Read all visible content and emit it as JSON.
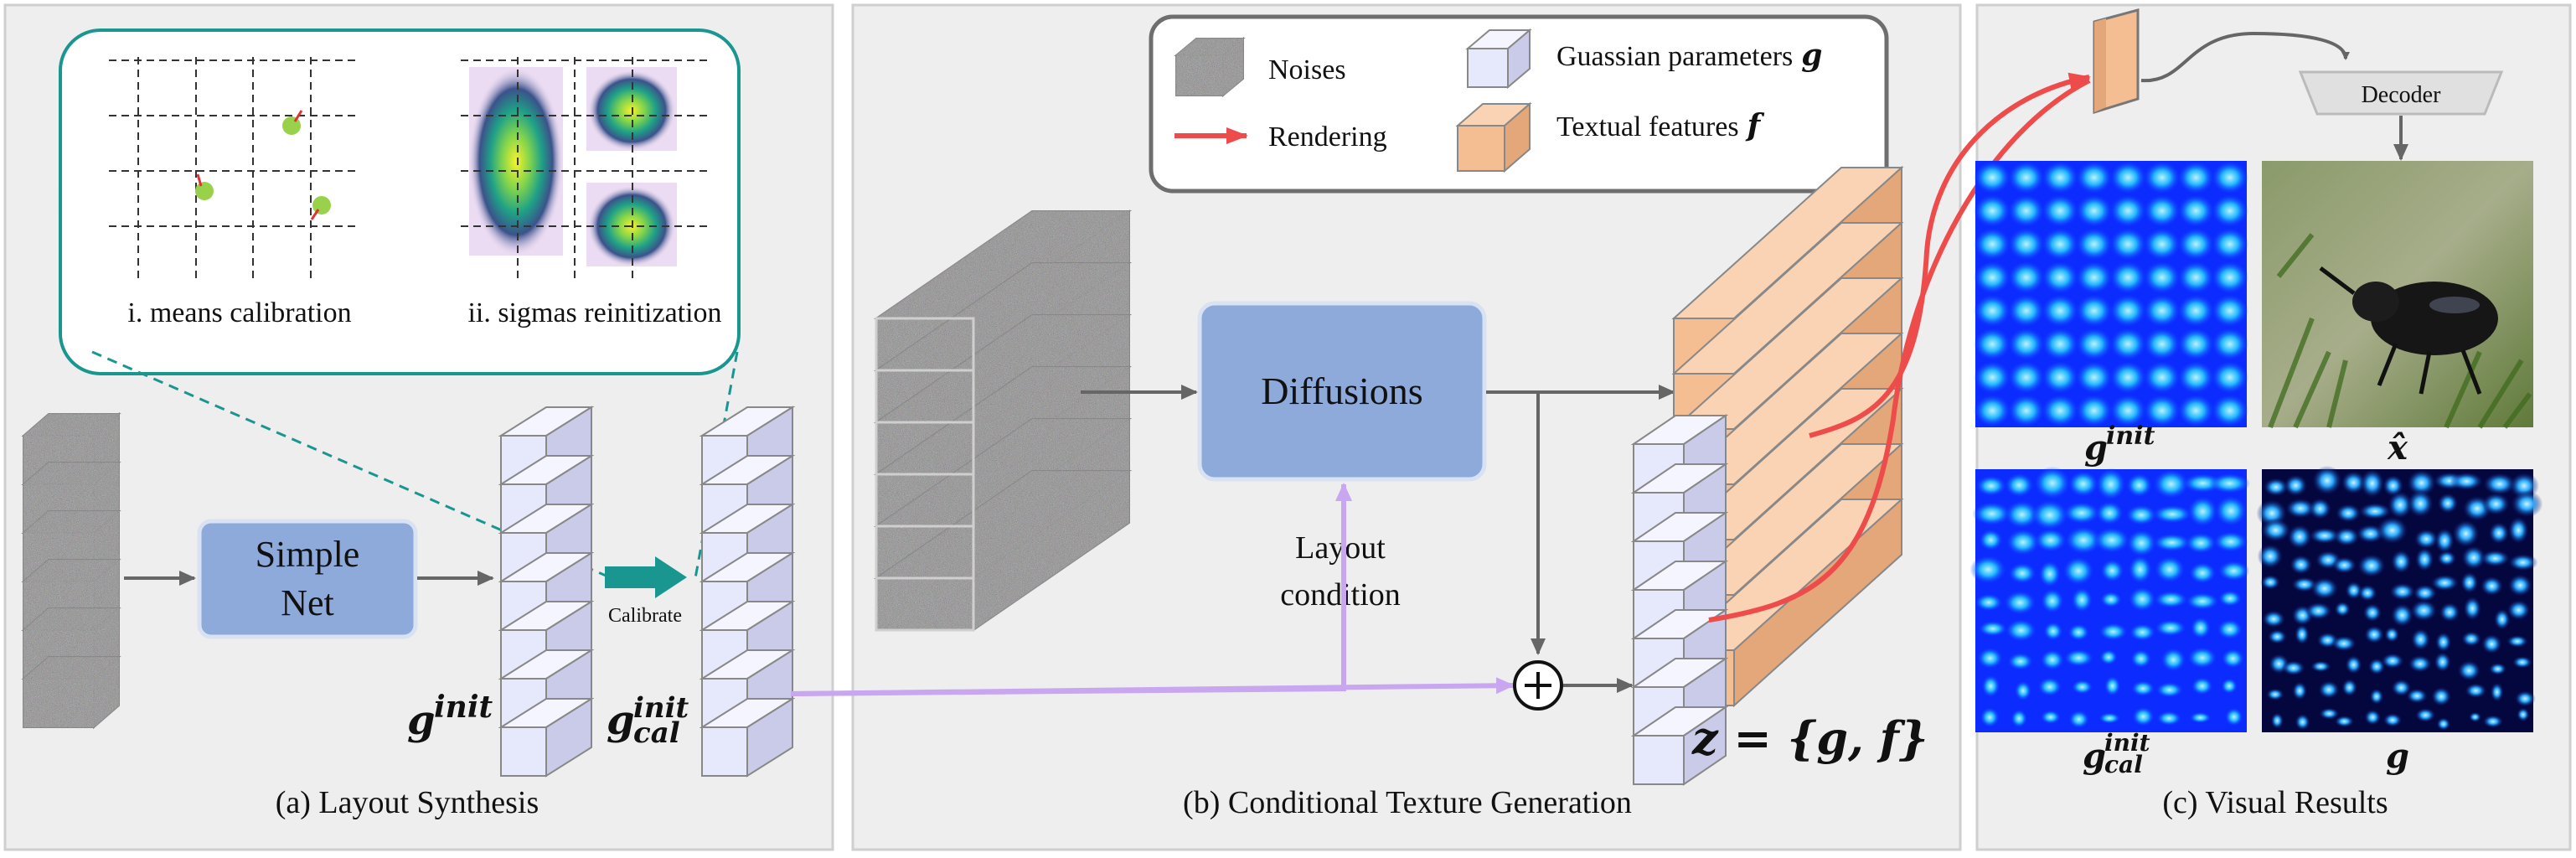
{
  "panels": {
    "a_caption": "(a) Layout Synthesis",
    "b_caption": "(b) Conditional Texture Generation",
    "c_caption": "(c) Visual Results"
  },
  "inset": {
    "means_label": "i. means calibration",
    "sigmas_label": "ii. sigmas reinitization"
  },
  "blocks": {
    "simple_net_line1": "Simple",
    "simple_net_line2": "Net",
    "calibrate": "Calibrate",
    "diffusions": "Diffusions",
    "decoder": "Decoder",
    "layout_condition_line1": "Layout",
    "layout_condition_line2": "condition",
    "plus": "+"
  },
  "legend": {
    "noises": "Noises",
    "rendering": "Rendering",
    "gaussian_params": "Guassian parameters",
    "gaussian_symbol": "g",
    "textual_features": "Textual features",
    "textual_symbol": "f"
  },
  "math": {
    "g": "g",
    "init": "init",
    "cal": "cal",
    "z_expr": "z = {g, f}",
    "x_hat": "x̂"
  },
  "colors": {
    "panel_bg": "#eeeeee",
    "block_blue": "#8eaadb",
    "teal": "#1a9690",
    "purple_arrow": "#c9a6f0",
    "red_arrow": "#ee4b4b",
    "gauss_face": "#e6e8fb",
    "text_face": "#f5bd92",
    "noise_gray": "#8c8c8c"
  }
}
